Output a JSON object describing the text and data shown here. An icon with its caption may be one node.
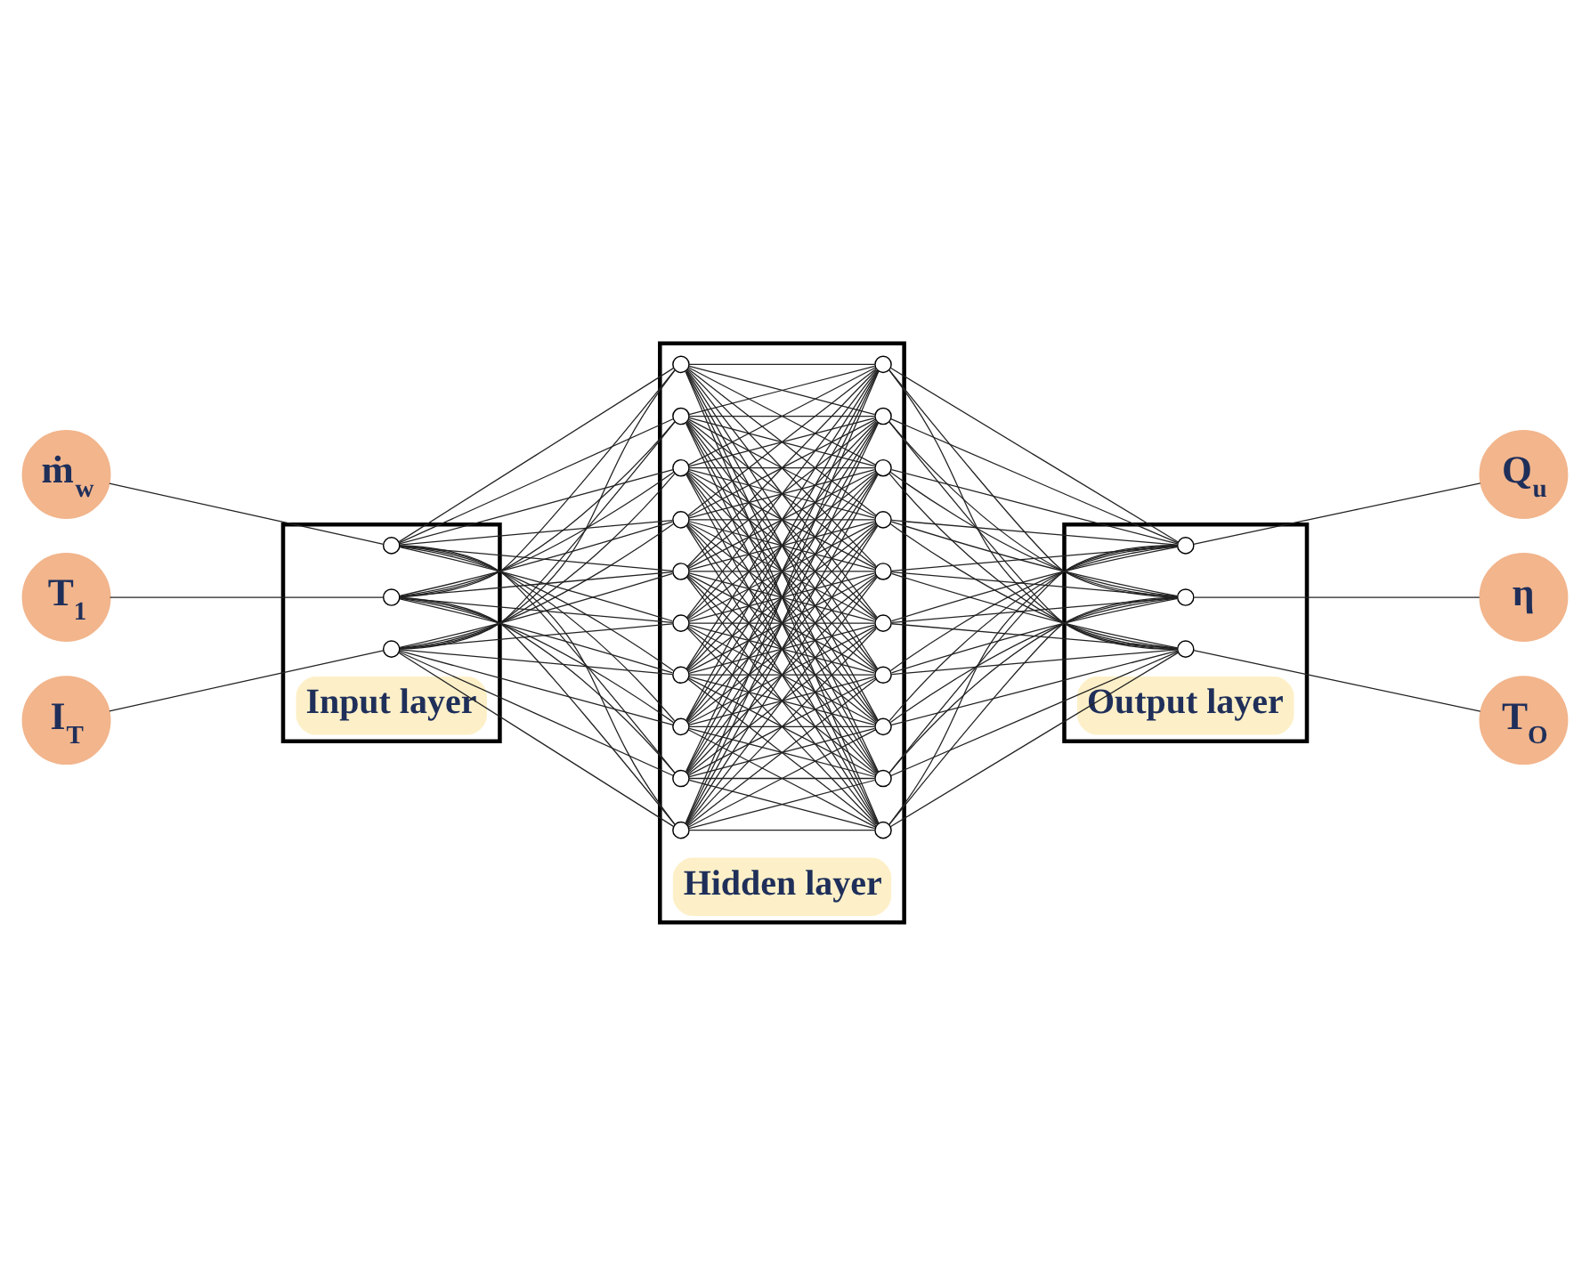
{
  "diagram": {
    "nodes": [
      {
        "text": [
          "ṁ$_{w}$"
        ]
      },
      {
        "text": [
          "T$_{1}$"
        ]
      },
      {
        "text": [
          "I$_{T}$"
        ]
      },
      {
        "text": [
          "Input layer"
        ]
      },
      {
        "text": [],
        "shape": "circle",
        "in": 3
      },
      {
        "text": [],
        "shape": "circle",
        "in": 3
      },
      {
        "text": [],
        "shape": "circle",
        "in": 3
      },
      {
        "text": [
          "Hidden layer"
        ]
      },
      {
        "text": [],
        "shape": "circle",
        "in": 7
      },
      {
        "text": [],
        "shape": "circle",
        "in": 7
      },
      {
        "text": [],
        "shape": "circle",
        "in": 7
      },
      {
        "text": [],
        "shape": "circle",
        "in": 7
      },
      {
        "text": [],
        "shape": "circle",
        "in": 7
      },
      {
        "text": [],
        "shape": "circle",
        "in": 7
      },
      {
        "text": [],
        "shape": "circle",
        "in": 7
      },
      {
        "text": [],
        "shape": "circle",
        "in": 7
      },
      {
        "text": [],
        "shape": "circle",
        "in": 7
      },
      {
        "text": [],
        "shape": "circle",
        "in": 7
      },
      {
        "text": [],
        "shape": "circle",
        "in": 7
      },
      {
        "text": [],
        "shape": "circle",
        "in": 7
      },
      {
        "text": [],
        "shape": "circle",
        "in": 7
      },
      {
        "text": [],
        "shape": "circle",
        "in": 7
      },
      {
        "text": [],
        "shape": "circle",
        "in": 7
      },
      {
        "text": [],
        "shape": "circle",
        "in": 7
      },
      {
        "text": [],
        "shape": "circle",
        "in": 7
      },
      {
        "text": [],
        "shape": "circle",
        "in": 7
      },
      {
        "text": [],
        "shape": "circle",
        "in": 7
      },
      {
        "text": [],
        "shape": "circle",
        "in": 7
      },
      {
        "text": [
          "Output layer"
        ]
      },
      {
        "text": [],
        "shape": "circle",
        "in": 28
      },
      {
        "text": [],
        "shape": "circle",
        "in": 28
      },
      {
        "text": [],
        "shape": "circle",
        "in": 28
      },
      {
        "text": [
          "Q$_{u}$"
        ]
      },
      {
        "text": [
          "η"
        ]
      },
      {
        "text": [
          "T$_{O}$"
        ]
      }
    ],
    "edges": [
      {
        "from": 0,
        "to": 4,
        "arrow": "none"
      },
      {
        "from": 1,
        "to": 5,
        "arrow": "none"
      },
      {
        "from": 2,
        "to": 6,
        "arrow": "none"
      },
      {
        "from": 4,
        "to": 8,
        "arrow": "none"
      },
      {
        "from": 4,
        "to": 9,
        "arrow": "none"
      },
      {
        "from": 4,
        "to": 10,
        "arrow": "none"
      },
      {
        "from": 4,
        "to": 11,
        "arrow": "none"
      },
      {
        "from": 4,
        "to": 12,
        "arrow": "none"
      },
      {
        "from": 4,
        "to": 13,
        "arrow": "none"
      },
      {
        "from": 4,
        "to": 14,
        "arrow": "none"
      },
      {
        "from": 4,
        "to": 15,
        "arrow": "none"
      },
      {
        "from": 4,
        "to": 16,
        "arrow": "none"
      },
      {
        "from": 4,
        "to": 17,
        "arrow": "none"
      },
      {
        "from": 5,
        "to": 8,
        "arrow": "none"
      },
      {
        "from": 5,
        "to": 9,
        "arrow": "none"
      },
      {
        "from": 5,
        "to": 10,
        "arrow": "none"
      },
      {
        "from": 5,
        "to": 11,
        "arrow": "none"
      },
      {
        "from": 5,
        "to": 12,
        "arrow": "none"
      },
      {
        "from": 5,
        "to": 13,
        "arrow": "none"
      },
      {
        "from": 5,
        "to": 14,
        "arrow": "none"
      },
      {
        "from": 5,
        "to": 15,
        "arrow": "none"
      },
      {
        "from": 5,
        "to": 16,
        "arrow": "none"
      },
      {
        "from": 5,
        "to": 17,
        "arrow": "none"
      },
      {
        "from": 6,
        "to": 8,
        "arrow": "none"
      },
      {
        "from": 6,
        "to": 9,
        "arrow": "none"
      },
      {
        "from": 6,
        "to": 10,
        "arrow": "none"
      },
      {
        "from": 6,
        "to": 11,
        "arrow": "none"
      },
      {
        "from": 6,
        "to": 12,
        "arrow": "none"
      },
      {
        "from": 6,
        "to": 13,
        "arrow": "none"
      },
      {
        "from": 6,
        "to": 14,
        "arrow": "none"
      },
      {
        "from": 6,
        "to": 15,
        "arrow": "none"
      },
      {
        "from": 6,
        "to": 16,
        "arrow": "none"
      },
      {
        "from": 6,
        "to": 17,
        "arrow": "none"
      },
      {
        "from": 8,
        "to": 18,
        "arrow": "none"
      },
      {
        "from": 8,
        "to": 19,
        "arrow": "none"
      },
      {
        "from": 8,
        "to": 20,
        "arrow": "none"
      },
      {
        "from": 8,
        "to": 21,
        "arrow": "none"
      },
      {
        "from": 8,
        "to": 22,
        "arrow": "none"
      },
      {
        "from": 8,
        "to": 23,
        "arrow": "none"
      },
      {
        "from": 8,
        "to": 24,
        "arrow": "none"
      },
      {
        "from": 8,
        "to": 25,
        "arrow": "none"
      },
      {
        "from": 8,
        "to": 26,
        "arrow": "none"
      },
      {
        "from": 8,
        "to": 27,
        "arrow": "none"
      },
      {
        "from": 9,
        "to": 18,
        "arrow": "none"
      },
      {
        "from": 9,
        "to": 19,
        "arrow": "none"
      },
      {
        "from": 9,
        "to": 20,
        "arrow": "none"
      },
      {
        "from": 9,
        "to": 21,
        "arrow": "none"
      },
      {
        "from": 9,
        "to": 22,
        "arrow": "none"
      },
      {
        "from": 9,
        "to": 23,
        "arrow": "none"
      },
      {
        "from": 9,
        "to": 24,
        "arrow": "none"
      },
      {
        "from": 9,
        "to": 25,
        "arrow": "none"
      },
      {
        "from": 9,
        "to": 26,
        "arrow": "none"
      },
      {
        "from": 9,
        "to": 27,
        "arrow": "none"
      },
      {
        "from": 10,
        "to": 18,
        "arrow": "none"
      },
      {
        "from": 10,
        "to": 19,
        "arrow": "none"
      },
      {
        "from": 10,
        "to": 20,
        "arrow": "none"
      },
      {
        "from": 10,
        "to": 21,
        "arrow": "none"
      },
      {
        "from": 10,
        "to": 22,
        "arrow": "none"
      },
      {
        "from": 10,
        "to": 23,
        "arrow": "none"
      },
      {
        "from": 10,
        "to": 24,
        "arrow": "none"
      },
      {
        "from": 10,
        "to": 25,
        "arrow": "none"
      },
      {
        "from": 10,
        "to": 26,
        "arrow": "none"
      },
      {
        "from": 10,
        "to": 27,
        "arrow": "none"
      },
      {
        "from": 11,
        "to": 18,
        "arrow": "none"
      },
      {
        "from": 11,
        "to": 19,
        "arrow": "none"
      },
      {
        "from": 11,
        "to": 20,
        "arrow": "none"
      },
      {
        "from": 11,
        "to": 21,
        "arrow": "none"
      },
      {
        "from": 11,
        "to": 22,
        "arrow": "none"
      },
      {
        "from": 11,
        "to": 23,
        "arrow": "none"
      },
      {
        "from": 11,
        "to": 24,
        "arrow": "none"
      },
      {
        "from": 11,
        "to": 25,
        "arrow": "none"
      },
      {
        "from": 11,
        "to": 26,
        "arrow": "none"
      },
      {
        "from": 11,
        "to": 27,
        "arrow": "none"
      },
      {
        "from": 12,
        "to": 18,
        "arrow": "none"
      },
      {
        "from": 12,
        "to": 19,
        "arrow": "none"
      },
      {
        "from": 12,
        "to": 20,
        "arrow": "none"
      },
      {
        "from": 12,
        "to": 21,
        "arrow": "none"
      },
      {
        "from": 12,
        "to": 22,
        "arrow": "none"
      },
      {
        "from": 12,
        "to": 23,
        "arrow": "none"
      },
      {
        "from": 12,
        "to": 24,
        "arrow": "none"
      },
      {
        "from": 12,
        "to": 25,
        "arrow": "none"
      },
      {
        "from": 12,
        "to": 26,
        "arrow": "none"
      },
      {
        "from": 12,
        "to": 27,
        "arrow": "none"
      },
      {
        "from": 13,
        "to": 18,
        "arrow": "none"
      },
      {
        "from": 13,
        "to": 19,
        "arrow": "none"
      },
      {
        "from": 13,
        "to": 20,
        "arrow": "none"
      },
      {
        "from": 13,
        "to": 21,
        "arrow": "none"
      },
      {
        "from": 13,
        "to": 22,
        "arrow": "none"
      },
      {
        "from": 13,
        "to": 23,
        "arrow": "none"
      },
      {
        "from": 13,
        "to": 24,
        "arrow": "none"
      },
      {
        "from": 13,
        "to": 25,
        "arrow": "none"
      },
      {
        "from": 13,
        "to": 26,
        "arrow": "none"
      },
      {
        "from": 13,
        "to": 27,
        "arrow": "none"
      },
      {
        "from": 14,
        "to": 18,
        "arrow": "none"
      },
      {
        "from": 14,
        "to": 19,
        "arrow": "none"
      },
      {
        "from": 14,
        "to": 20,
        "arrow": "none"
      },
      {
        "from": 14,
        "to": 21,
        "arrow": "none"
      },
      {
        "from": 14,
        "to": 22,
        "arrow": "none"
      },
      {
        "from": 14,
        "to": 23,
        "arrow": "none"
      },
      {
        "from": 14,
        "to": 24,
        "arrow": "none"
      },
      {
        "from": 14,
        "to": 25,
        "arrow": "none"
      },
      {
        "from": 14,
        "to": 26,
        "arrow": "none"
      },
      {
        "from": 14,
        "to": 27,
        "arrow": "none"
      },
      {
        "from": 15,
        "to": 18,
        "arrow": "none"
      },
      {
        "from": 15,
        "to": 19,
        "arrow": "none"
      },
      {
        "from": 15,
        "to": 20,
        "arrow": "none"
      },
      {
        "from": 15,
        "to": 21,
        "arrow": "none"
      },
      {
        "from": 15,
        "to": 22,
        "arrow": "none"
      },
      {
        "from": 15,
        "to": 23,
        "arrow": "none"
      },
      {
        "from": 15,
        "to": 24,
        "arrow": "none"
      },
      {
        "from": 15,
        "to": 25,
        "arrow": "none"
      },
      {
        "from": 15,
        "to": 26,
        "arrow": "none"
      },
      {
        "from": 15,
        "to": 27,
        "arrow": "none"
      },
      {
        "from": 16,
        "to": 18,
        "arrow": "none"
      },
      {
        "from": 16,
        "to": 19,
        "arrow": "none"
      },
      {
        "from": 16,
        "to": 20,
        "arrow": "none"
      },
      {
        "from": 16,
        "to": 21,
        "arrow": "none"
      },
      {
        "from": 16,
        "to": 22,
        "arrow": "none"
      },
      {
        "from": 16,
        "to": 23,
        "arrow": "none"
      },
      {
        "from": 16,
        "to": 24,
        "arrow": "none"
      },
      {
        "from": 16,
        "to": 25,
        "arrow": "none"
      },
      {
        "from": 16,
        "to": 26,
        "arrow": "none"
      },
      {
        "from": 16,
        "to": 27,
        "arrow": "none"
      },
      {
        "from": 17,
        "to": 18,
        "arrow": "none"
      },
      {
        "from": 17,
        "to": 19,
        "arrow": "none"
      },
      {
        "from": 17,
        "to": 20,
        "arrow": "none"
      },
      {
        "from": 17,
        "to": 21,
        "arrow": "none"
      },
      {
        "from": 17,
        "to": 22,
        "arrow": "none"
      },
      {
        "from": 17,
        "to": 23,
        "arrow": "none"
      },
      {
        "from": 17,
        "to": 24,
        "arrow": "none"
      },
      {
        "from": 17,
        "to": 25,
        "arrow": "none"
      },
      {
        "from": 17,
        "to": 26,
        "arrow": "none"
      },
      {
        "from": 17,
        "to": 27,
        "arrow": "none"
      },
      {
        "from": 18,
        "to": 29,
        "arrow": "none"
      },
      {
        "from": 18,
        "to": 30,
        "arrow": "none"
      },
      {
        "from": 18,
        "to": 31,
        "arrow": "none"
      },
      {
        "from": 19,
        "to": 29,
        "arrow": "none"
      },
      {
        "from": 19,
        "to": 30,
        "arrow": "none"
      },
      {
        "from": 19,
        "to": 31,
        "arrow": "none"
      },
      {
        "from": 20,
        "to": 29,
        "arrow": "none"
      },
      {
        "from": 20,
        "to": 30,
        "arrow": "none"
      },
      {
        "from": 20,
        "to": 31,
        "arrow": "none"
      },
      {
        "from": 21,
        "to": 29,
        "arrow": "none"
      },
      {
        "from": 21,
        "to": 30,
        "arrow": "none"
      },
      {
        "from": 21,
        "to": 31,
        "arrow": "none"
      },
      {
        "from": 22,
        "to": 29,
        "arrow": "none"
      },
      {
        "from": 22,
        "to": 30,
        "arrow": "none"
      },
      {
        "from": 22,
        "to": 31,
        "arrow": "none"
      },
      {
        "from": 23,
        "to": 29,
        "arrow": "none"
      },
      {
        "from": 23,
        "to": 30,
        "arrow": "none"
      },
      {
        "from": 23,
        "to": 31,
        "arrow": "none"
      },
      {
        "from": 24,
        "to": 29,
        "arrow": "none"
      },
      {
        "from": 24,
        "to": 30,
        "arrow": "none"
      },
      {
        "from": 24,
        "to": 31,
        "arrow": "none"
      },
      {
        "from": 25,
        "to": 29,
        "arrow": "none"
      },
      {
        "from": 25,
        "to": 30,
        "arrow": "none"
      },
      {
        "from": 25,
        "to": 31,
        "arrow": "none"
      },
      {
        "from": 26,
        "to": 29,
        "arrow": "none"
      },
      {
        "from": 26,
        "to": 30,
        "arrow": "none"
      },
      {
        "from": 26,
        "to": 31,
        "arrow": "none"
      },
      {
        "from": 27,
        "to": 29,
        "arrow": "none"
      },
      {
        "from": 27,
        "to": 30,
        "arrow": "none"
      },
      {
        "from": 27,
        "to": 31,
        "arrow": "none"
      },
      {
        "from": 29,
        "to": 32,
        "arrow": "none"
      },
      {
        "from": 30,
        "to": 33,
        "arrow": "none"
      },
      {
        "from": 31,
        "to": 34,
        "arrow": "none"
      }
    ]
  }
}
